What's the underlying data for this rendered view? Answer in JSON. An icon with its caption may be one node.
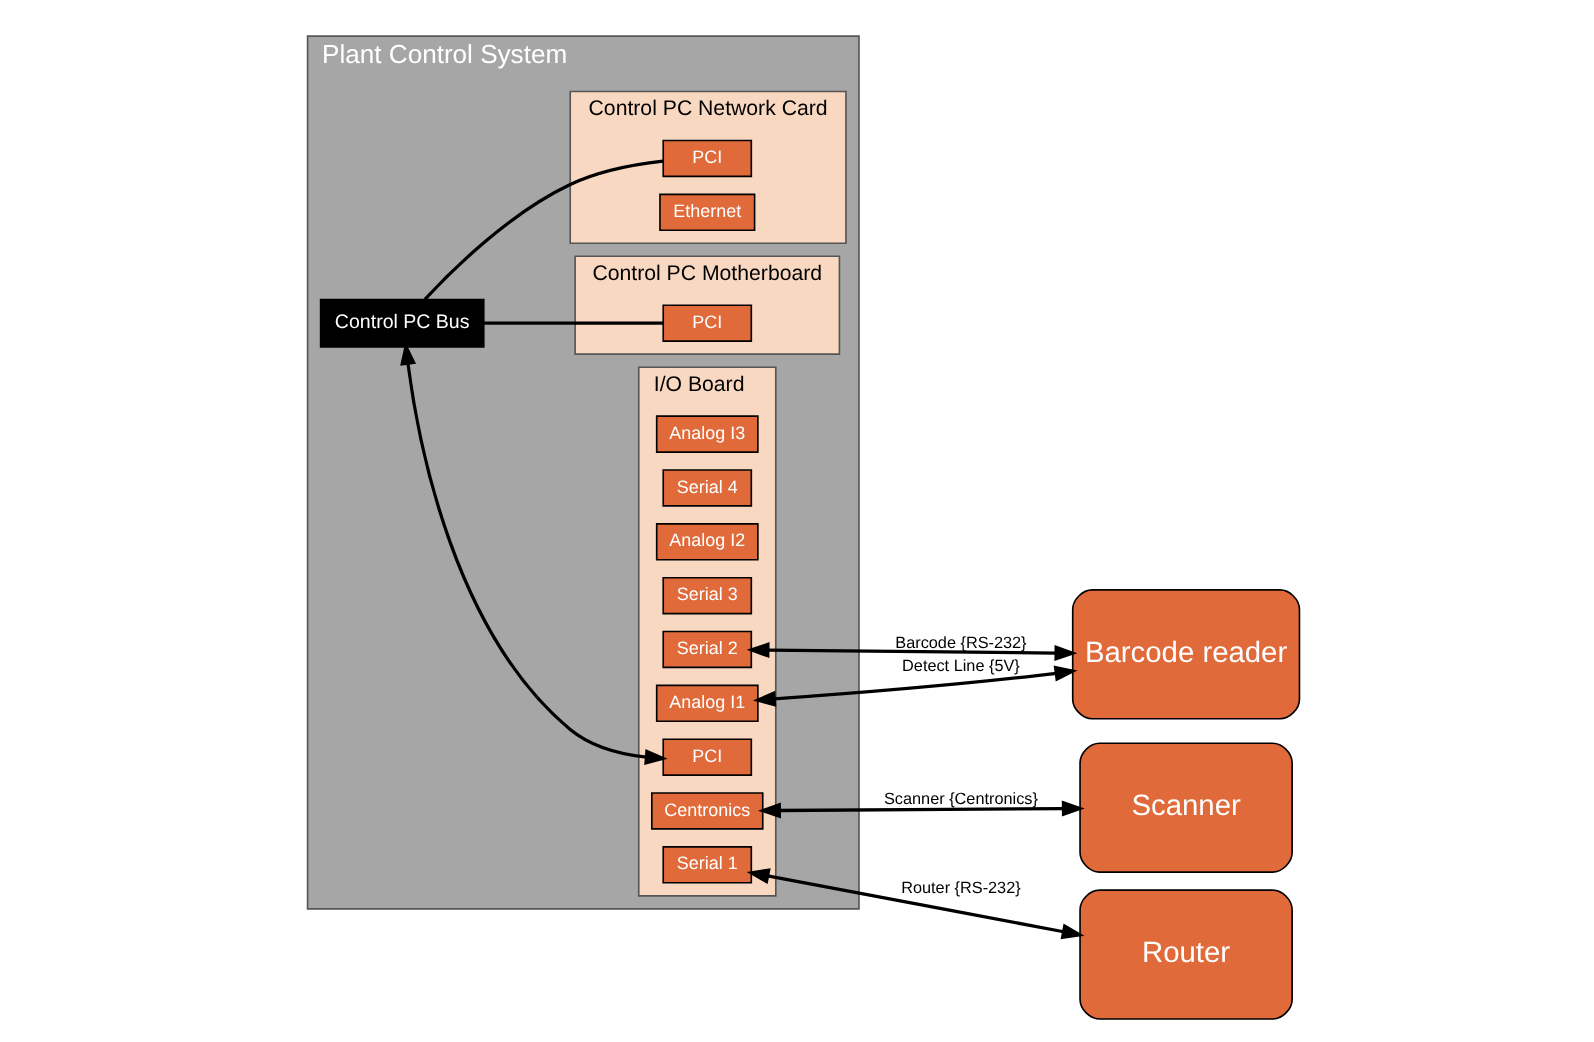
{
  "diagram": {
    "nodes": [
      {
        "text": [
          "Plant Control System"
        ]
      },
      {
        "text": [
          "I/O Board"
        ],
        "in": 0
      },
      {
        "text": [
          "Analog I3"
        ],
        "in": 1
      },
      {
        "text": [
          "Serial 4"
        ],
        "in": 1
      },
      {
        "text": [
          "Analog I2"
        ],
        "in": 1
      },
      {
        "text": [
          "Serial 3"
        ],
        "in": 1
      },
      {
        "text": [
          "Serial 2"
        ],
        "in": 1
      },
      {
        "text": [
          "Analog I1"
        ],
        "in": 1
      },
      {
        "text": [
          "PCI"
        ],
        "in": 1
      },
      {
        "text": [
          "Centronics"
        ],
        "in": 1
      },
      {
        "text": [
          "Serial 1"
        ],
        "in": 1
      },
      {
        "text": [
          "Control PC Motherboard"
        ],
        "in": 0
      },
      {
        "text": [
          "PCI"
        ],
        "in": 11
      },
      {
        "text": [
          "Control PC Network Card"
        ],
        "in": 0
      },
      {
        "text": [
          "PCI"
        ],
        "in": 13
      },
      {
        "text": [
          "Ethernet"
        ],
        "in": 13
      },
      {
        "text": [
          "Control PC Bus"
        ],
        "in": 0
      },
      {
        "text": [
          "Barcode reader"
        ]
      },
      {
        "text": [
          "Scanner"
        ]
      },
      {
        "text": [
          "Router"
        ]
      }
    ],
    "edges": [
      {
        "from": 8,
        "to": 16,
        "arrow": "both"
      },
      {
        "from": 12,
        "to": 16,
        "arrow": "none"
      },
      {
        "from": 14,
        "to": 16,
        "arrow": "none"
      },
      {
        "from": 6,
        "to": 17,
        "arrow": "both",
        "label": "Barcode {RS-232}"
      },
      {
        "from": 7,
        "to": 17,
        "arrow": "both",
        "label": "Detect Line {5V}"
      },
      {
        "from": 9,
        "to": 18,
        "arrow": "both",
        "label": "Scanner {Centronics}"
      },
      {
        "from": 10,
        "to": 19,
        "arrow": "both",
        "label": "Router {RS-232}"
      }
    ]
  }
}
